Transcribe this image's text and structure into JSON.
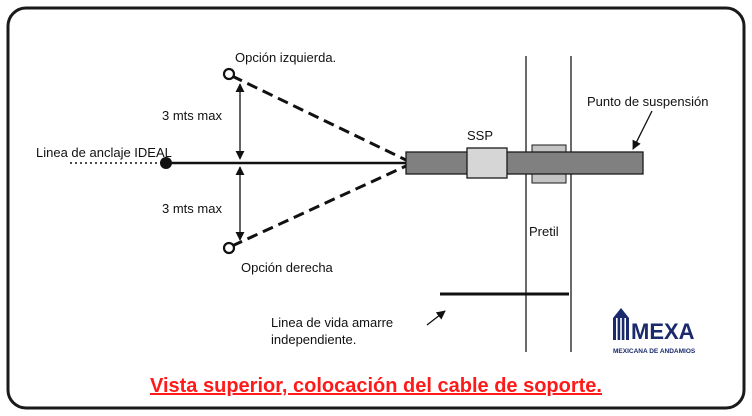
{
  "labels": {
    "left_option": "Opción izquierda.",
    "right_option": "Opción derecha",
    "dimension_top": "3 mts max",
    "dimension_bottom": "3 mts max",
    "anchor_line": "Linea de anclaje IDEAL",
    "ssp": "SSP",
    "suspension_point": "Punto de suspensión",
    "parapet": "Pretil",
    "lifeline_line1": "Linea de vida amarre",
    "lifeline_line2": "independiente."
  },
  "logo": {
    "name": "MEXA",
    "tagline": "MEXICANA DE ANDAMIOS"
  },
  "caption": "Vista superior, colocación del cable de soporte.",
  "colors": {
    "frame": "#1a1a1a",
    "beam": "#808080",
    "ssp_block": "#d6d6d6",
    "parapet_block": "#c4c4c4",
    "caption": "#ff1a1a",
    "logo": "#1a2a6c"
  }
}
